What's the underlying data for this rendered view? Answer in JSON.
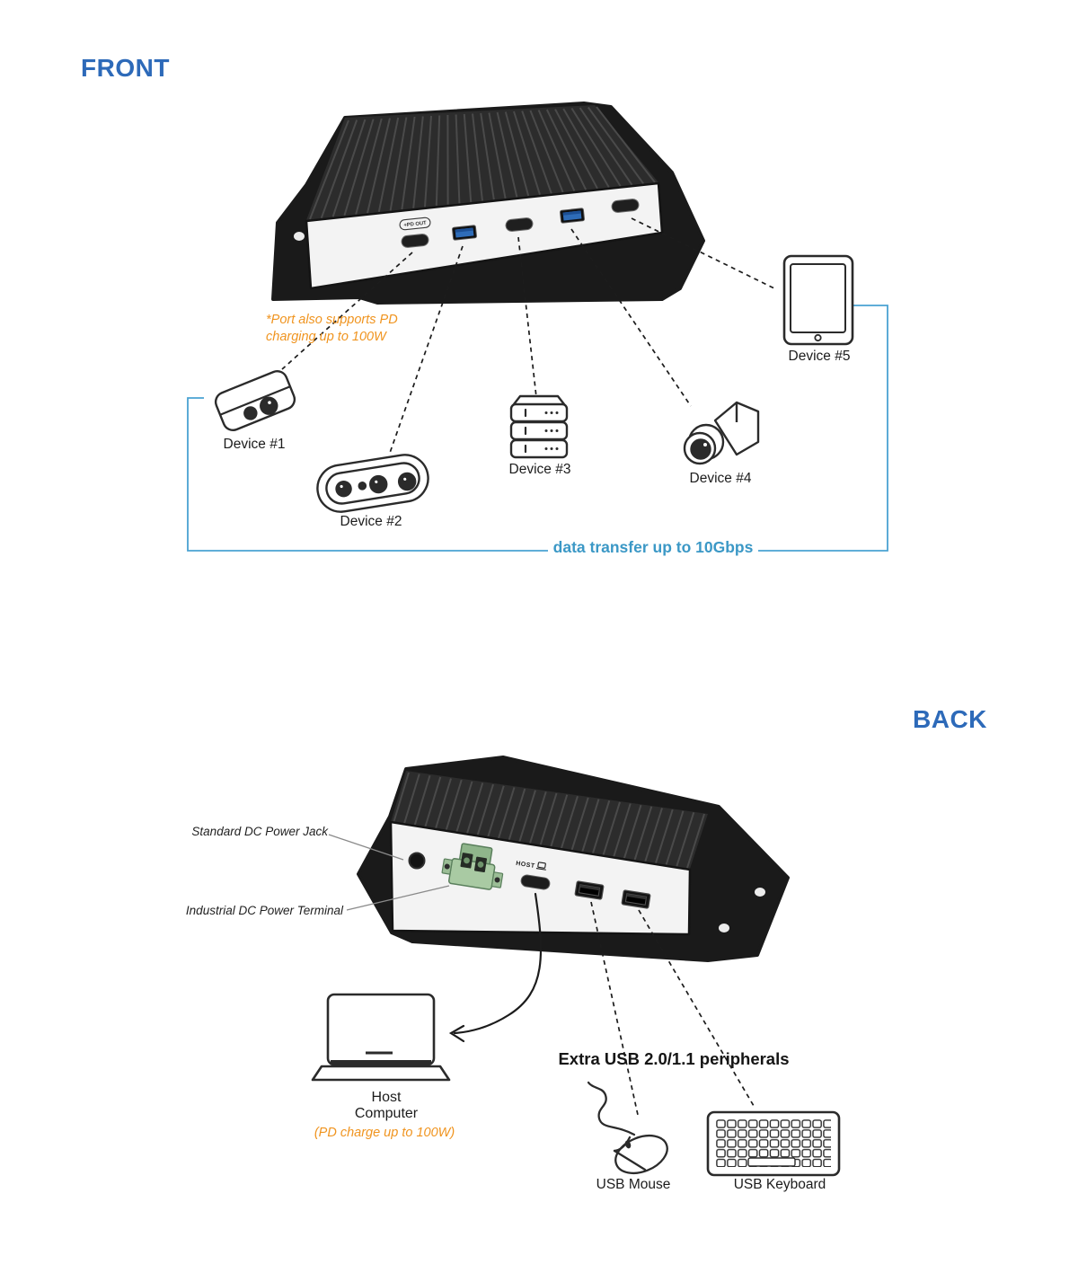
{
  "front": {
    "title": "FRONT",
    "pd_note_line1": "*Port also supports PD",
    "pd_note_line2": "charging up to 100W",
    "pd_badge": "+PD OUT",
    "devices": [
      {
        "label": "Device #1"
      },
      {
        "label": "Device #2"
      },
      {
        "label": "Device #3"
      },
      {
        "label": "Device #4"
      },
      {
        "label": "Device #5"
      }
    ],
    "transfer_label": "data transfer up to 10Gbps"
  },
  "back": {
    "title": "BACK",
    "dc_jack_label": "Standard DC Power Jack",
    "dc_terminal_label": "Industrial DC Power Terminal",
    "host_port_label": "HOST",
    "host_computer_line1": "Host",
    "host_computer_line2": "Computer",
    "host_pd_note": "(PD charge up to 100W)",
    "peripherals_label": "Extra USB 2.0/1.1 peripherals",
    "mouse_label": "USB Mouse",
    "keyboard_label": "USB Keyboard"
  },
  "colors": {
    "title_blue": "#2d6ab9",
    "transfer_blue": "#3b98c6",
    "note_orange": "#f0941f",
    "usb_blue": "#2e6cb8",
    "terminal_green": "#a9caa3"
  }
}
